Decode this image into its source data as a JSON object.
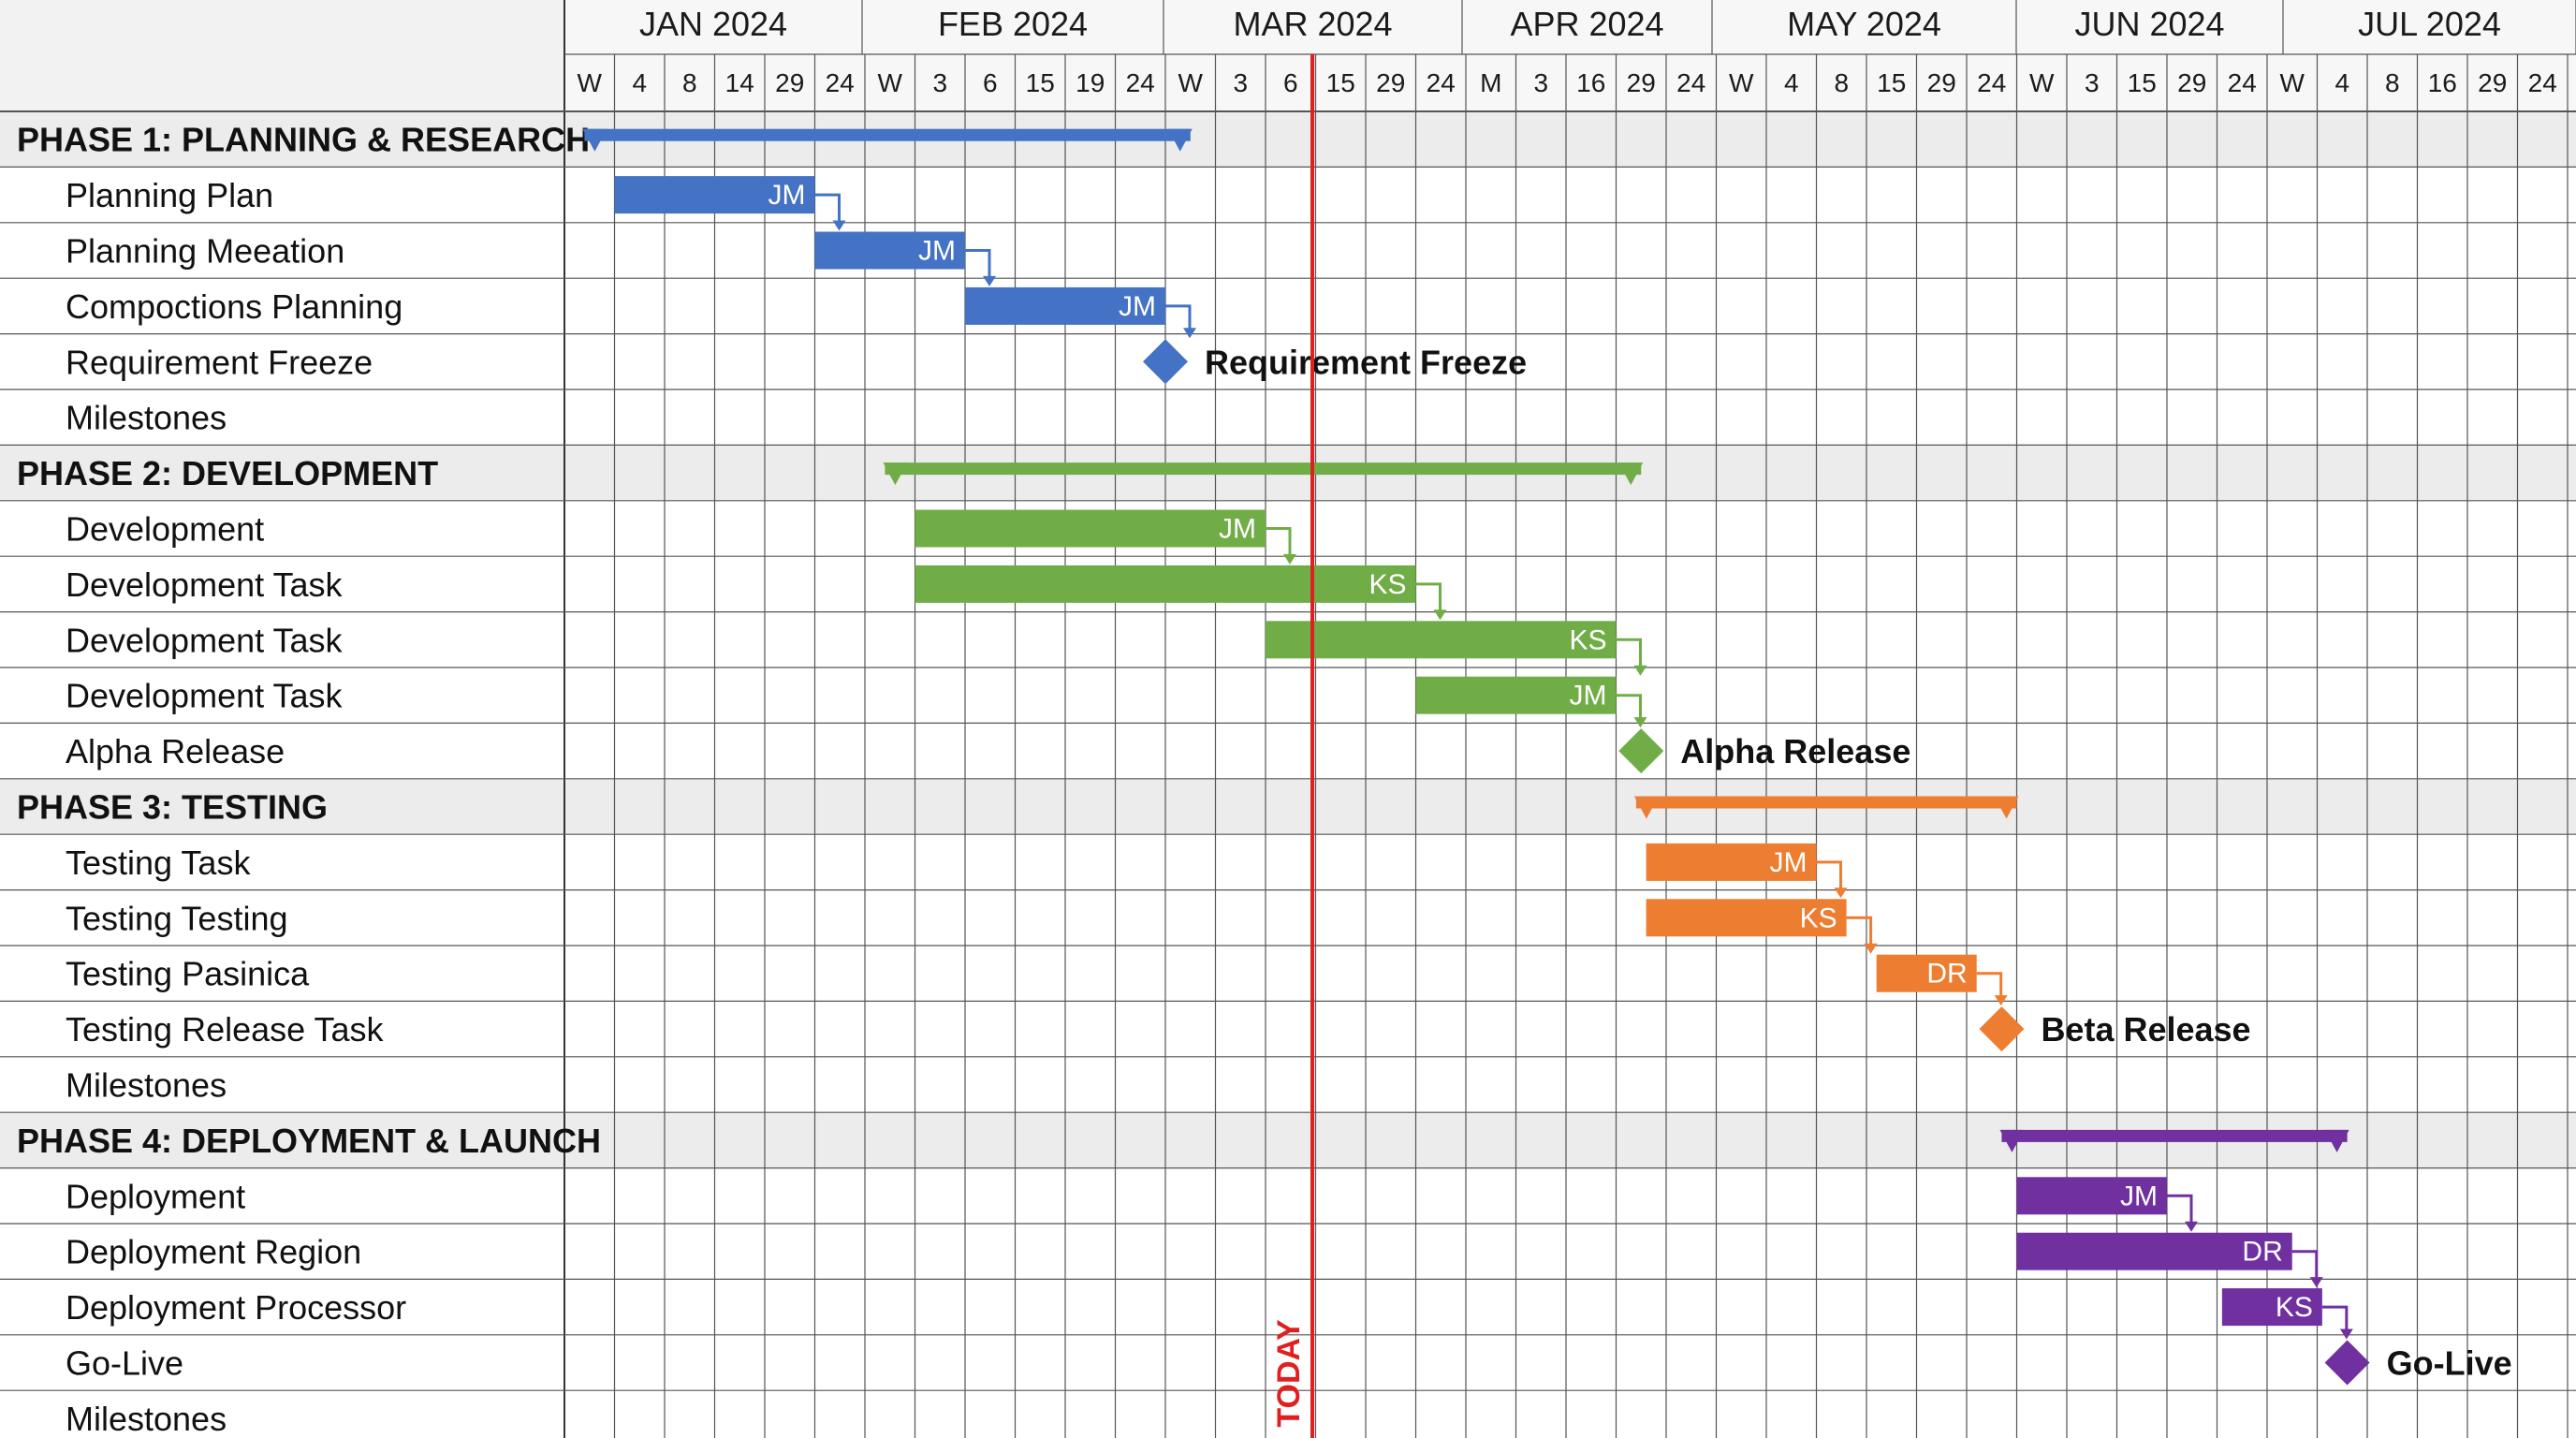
{
  "chart_data": {
    "type": "gantt",
    "months": [
      "JAN 2024",
      "FEB 2024",
      "MAR 2024",
      "APR 2024",
      "MAY 2024",
      "JUN 2024",
      "JUL 2024"
    ],
    "weeks": [
      "W",
      "4",
      "8",
      "14",
      "29",
      "24",
      "W",
      "3",
      "6",
      "15",
      "19",
      "24",
      "W",
      "3",
      "6",
      "15",
      "29",
      "24",
      "M",
      "3",
      "16",
      "29",
      "24",
      "W",
      "4",
      "8",
      "15",
      "29",
      "24",
      "W",
      "3",
      "15",
      "29",
      "24",
      "W",
      "4",
      "8",
      "16",
      "29",
      "24"
    ],
    "today": {
      "label": "TODAY",
      "color": "#e02020"
    },
    "colors": {
      "phase1": "#4472c4",
      "phase2": "#70ad47",
      "phase3": "#ed7d31",
      "phase4": "#7030a0"
    },
    "rows": [
      {
        "label": "PHASE 1: PLANNING & RESEARCH",
        "kind": "phase",
        "color": "#4472c4"
      },
      {
        "label": "Planning Plan",
        "kind": "task",
        "color": "#4472c4",
        "assignee": "JM",
        "link_to_next": true
      },
      {
        "label": "Planning Meeation",
        "kind": "task",
        "color": "#4472c4",
        "assignee": "JM",
        "link_to_next": true
      },
      {
        "label": "Compoctions Planning",
        "kind": "task",
        "color": "#4472c4",
        "assignee": "JM",
        "link_to_next": true
      },
      {
        "label": "Requirement Freeze",
        "kind": "milestone",
        "color": "#4472c4",
        "milestone_label": "Requirement Freeze"
      },
      {
        "label": "Milestones",
        "kind": "empty"
      },
      {
        "label": "PHASE 2: DEVELOPMENT",
        "kind": "phase",
        "color": "#70ad47"
      },
      {
        "label": "Development",
        "kind": "task",
        "color": "#70ad47",
        "assignee": "JM",
        "link_to_next": true
      },
      {
        "label": "Development Task",
        "kind": "task",
        "color": "#70ad47",
        "assignee": "KS",
        "link_to_next": true
      },
      {
        "label": "Development Task",
        "kind": "task",
        "color": "#70ad47",
        "assignee": "KS",
        "link_to_next": true
      },
      {
        "label": "Development Task",
        "kind": "task",
        "color": "#70ad47",
        "assignee": "JM",
        "link_to_next": true
      },
      {
        "label": "Alpha Release",
        "kind": "milestone",
        "color": "#70ad47",
        "milestone_label": "Alpha Release"
      },
      {
        "label": "PHASE 3: TESTING",
        "kind": "phase",
        "color": "#ed7d31"
      },
      {
        "label": "Testing Task",
        "kind": "task",
        "color": "#ed7d31",
        "assignee": "JM",
        "link_to_next": true
      },
      {
        "label": "Testing Testing",
        "kind": "task",
        "color": "#ed7d31",
        "assignee": "KS",
        "link_to_next": true
      },
      {
        "label": "Testing Pasinica",
        "kind": "task",
        "color": "#ed7d31",
        "assignee": "DR",
        "link_to_next": true
      },
      {
        "label": "Testing Release Task",
        "kind": "milestone",
        "color": "#ed7d31",
        "milestone_label": "Beta Release"
      },
      {
        "label": "Milestones",
        "kind": "empty"
      },
      {
        "label": "PHASE 4: DEPLOYMENT & LAUNCH",
        "kind": "phase",
        "color": "#7030a0"
      },
      {
        "label": "Deployment",
        "kind": "task",
        "color": "#7030a0",
        "assignee": "JM",
        "link_to_next": true
      },
      {
        "label": "Deployment Region",
        "kind": "task",
        "color": "#7030a0",
        "assignee": "DR",
        "link_to_next": true
      },
      {
        "label": "Deployment Processor",
        "kind": "task",
        "color": "#7030a0",
        "assignee": "KS",
        "link_to_next": true
      },
      {
        "label": "Go-Live",
        "kind": "milestone",
        "color": "#7030a0",
        "milestone_label": "Go-Live"
      },
      {
        "label": "Milestones",
        "kind": "empty"
      }
    ]
  }
}
